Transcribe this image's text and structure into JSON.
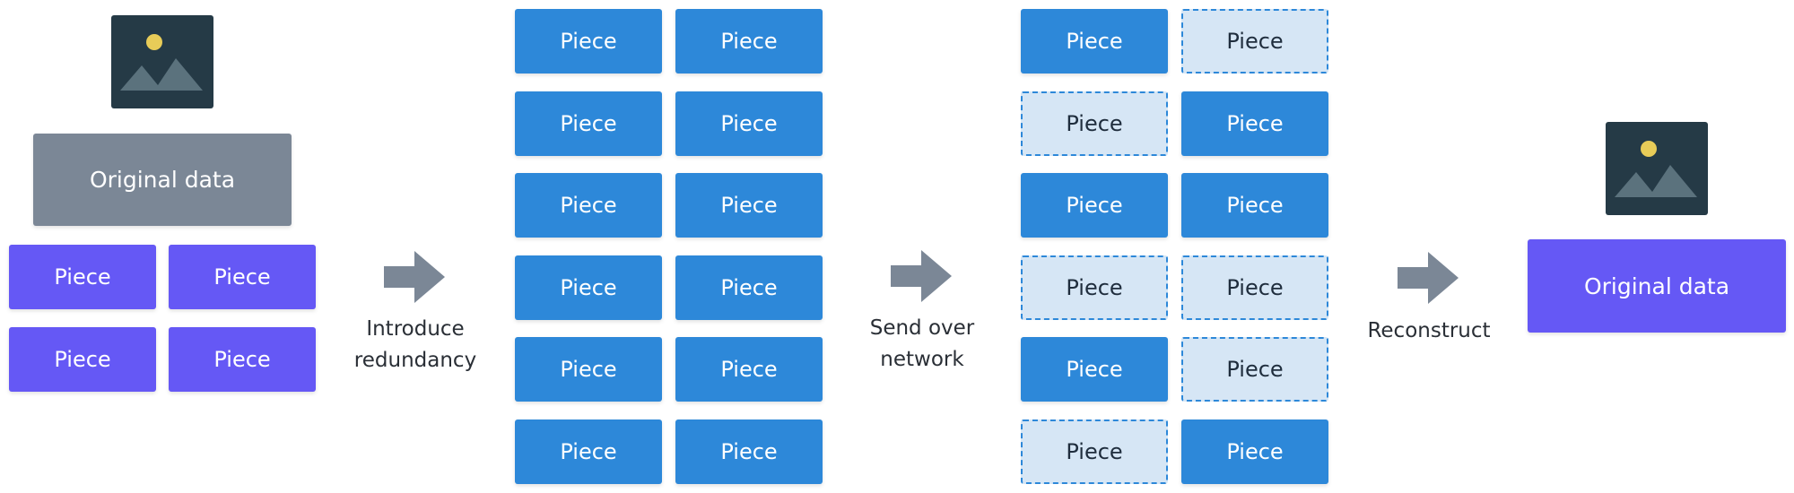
{
  "piece_label": "Piece",
  "source": {
    "title": "Original data"
  },
  "steps": {
    "introduce": "Introduce\nredundancy",
    "send": "Send over\nnetwork",
    "reconstruct": "Reconstruct"
  },
  "result": {
    "title": "Original data"
  },
  "colors": {
    "purple": "#6558f5",
    "blue": "#2d88d9",
    "lost_fill": "#d6e6f5",
    "gray": "#7b8796",
    "icon_bg": "#253a46",
    "sun": "#e8cc58",
    "mountain": "#5b727d",
    "arrow": "#7b8796"
  },
  "transmitted_received": [
    [
      true,
      false
    ],
    [
      false,
      true
    ],
    [
      true,
      true
    ],
    [
      false,
      false
    ],
    [
      true,
      false
    ],
    [
      false,
      true
    ]
  ]
}
